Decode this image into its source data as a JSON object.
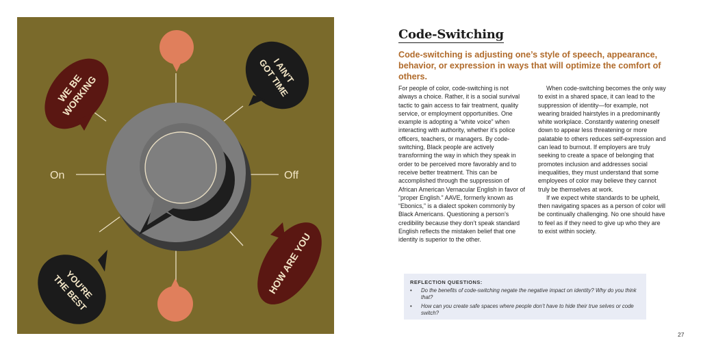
{
  "illustration": {
    "labels": {
      "on": "On",
      "off": "Off",
      "bubble_top_left": [
        "WE BE",
        "WORKING"
      ],
      "bubble_top_right": [
        "I AIN'T",
        "GOT TIME"
      ],
      "bubble_bottom_left": [
        "YOU'RE",
        "THE BEST"
      ],
      "bubble_bottom_right": "HOW ARE YOU"
    },
    "colors": {
      "background": "#7a6a2b",
      "dark_red": "#5a1712",
      "black": "#1b1b1b",
      "salmon": "#e07f5c",
      "knob_gray": "#7d7d7d",
      "ticks": "#eadfc4",
      "label_text": "#f3e6c7"
    }
  },
  "article": {
    "title": "Code-Switching",
    "lede": "Code-switching is adjusting one’s style of speech, appearance, behavior, or expression in ways that will optimize the comfort of others.",
    "col1": {
      "p1": "For people of color, code-switching is not always a choice. Rather, it is a social survival tactic to gain access to fair treatment, quality service, or employment opportunities. One example is adopting a “white voice” when interacting with authority, whether it’s police officers, teachers, or managers. By code-switching, Black people are actively transforming the way in which they speak in order to be perceived more favorably and to receive better treatment. This can be accomplished through the suppression of African American Vernacular English in favor of “proper English.” AAVE, formerly known as “Ebonics,” is a dialect spoken commonly by Black Americans. Questioning a person’s credibility because they don’t speak standard English reflects the mistaken belief that one identity is superior to the other."
    },
    "col2": {
      "p1": "When code-switching becomes the only way to exist in a shared space, it can lead to the suppression of identity—for example, not wearing braided hairstyles in a predominantly white workplace. Constantly watering oneself down to appear less threatening or more palatable to others reduces self-expression and can lead to burnout. If employers are truly seeking to create a space of belonging that promotes inclusion and addresses social inequalities, they must understand that some employees of color may believe they cannot truly be themselves at work.",
      "p2": "If we expect white standards to be upheld, then navigating spaces as a person of color will be continually challenging. No one should have to feel as if they need to give up who they are to exist within society."
    }
  },
  "reflection": {
    "heading": "REFLECTION QUESTIONS:",
    "bullet": "•",
    "q1": "Do the benefits of code-switching negate the negative impact on identity? Why do you think that?",
    "q2": "How can you create safe spaces where people don’t have to hide their true selves or code switch?"
  },
  "page_number": "27"
}
